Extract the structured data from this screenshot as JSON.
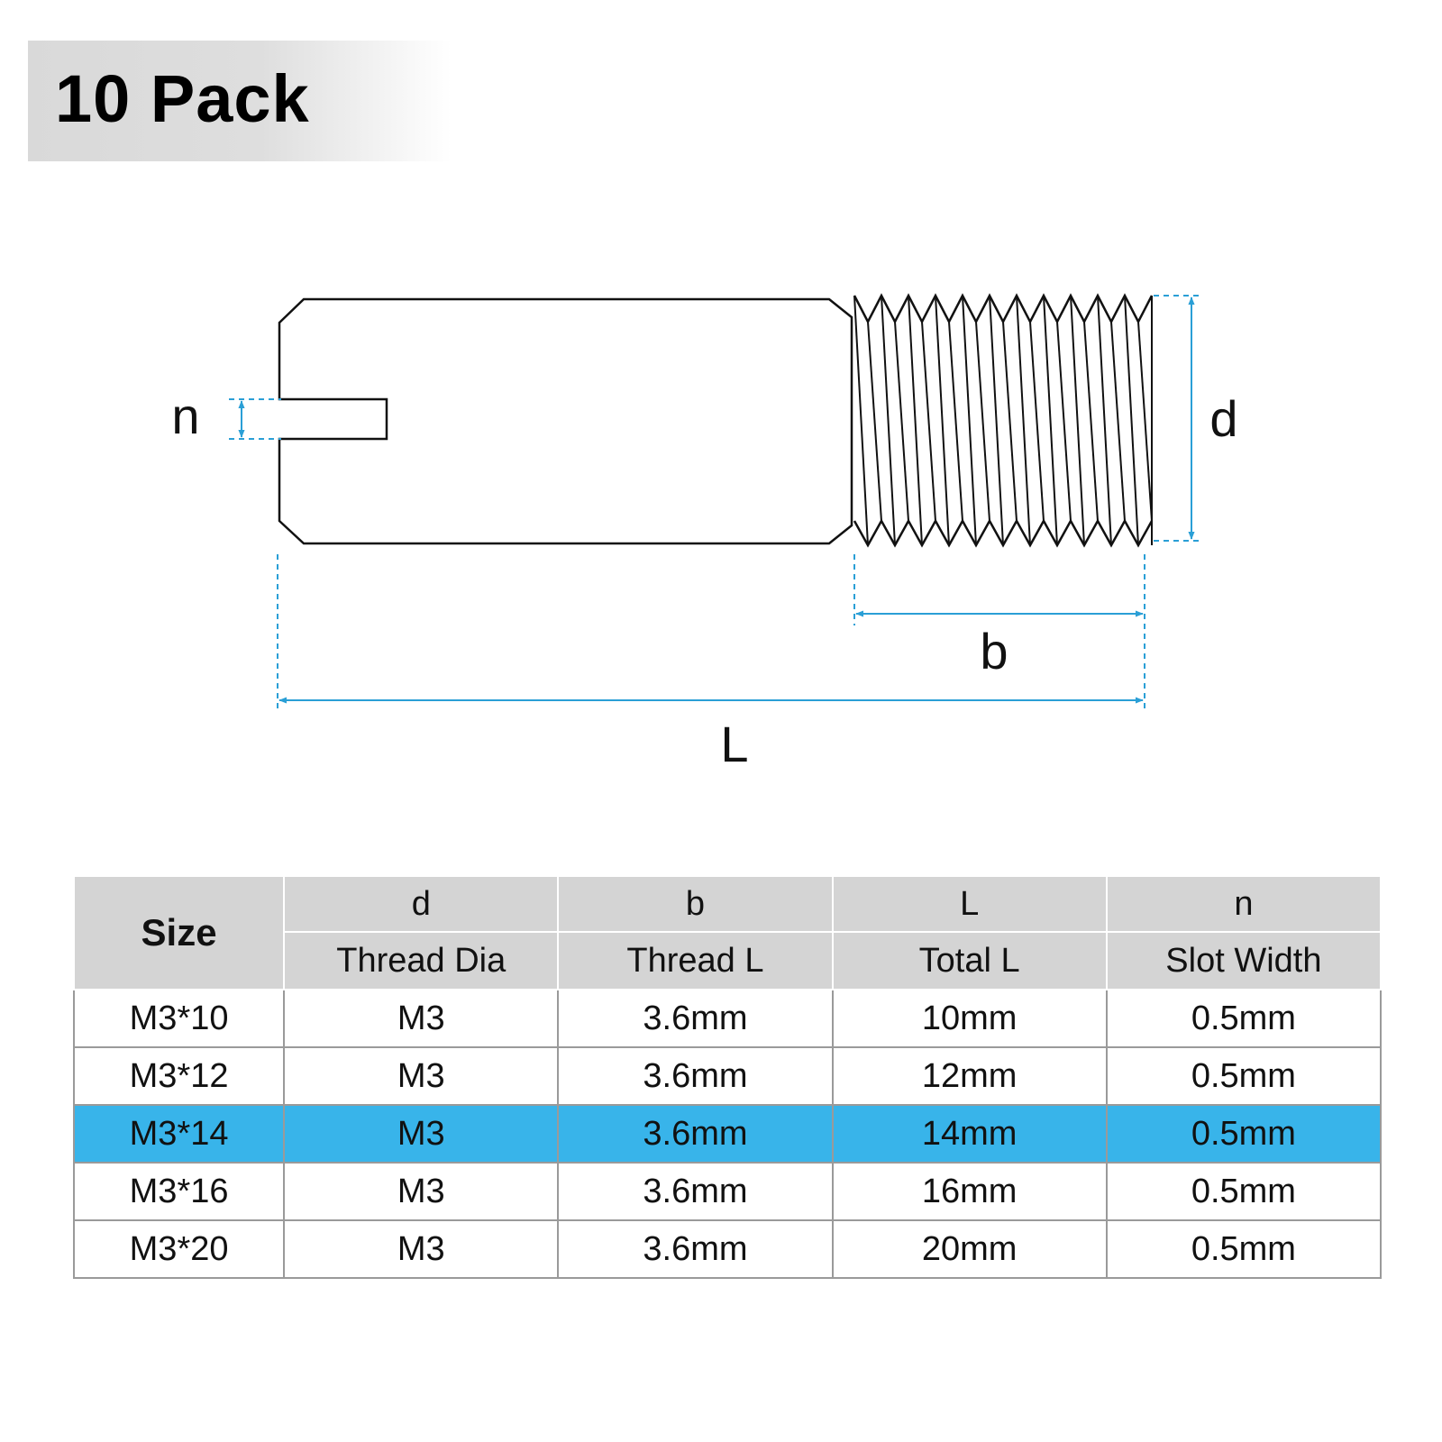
{
  "banner": {
    "title": "10 Pack"
  },
  "diagram": {
    "labels": {
      "n": "n",
      "d": "d",
      "b": "b",
      "L": "L"
    },
    "colors": {
      "outline": "#111111",
      "dimension": "#2a9fd6"
    }
  },
  "table": {
    "size_header": "Size",
    "columns": [
      {
        "symbol": "d",
        "name": "Thread Dia"
      },
      {
        "symbol": "b",
        "name": "Thread L"
      },
      {
        "symbol": "L",
        "name": "Total L"
      },
      {
        "symbol": "n",
        "name": "Slot Width"
      }
    ],
    "rows": [
      {
        "size": "M3*10",
        "thread_dia": "M3",
        "thread_l": "3.6mm",
        "total_l": "10mm",
        "slot_width": "0.5mm"
      },
      {
        "size": "M3*12",
        "thread_dia": "M3",
        "thread_l": "3.6mm",
        "total_l": "12mm",
        "slot_width": "0.5mm"
      },
      {
        "size": "M3*14",
        "thread_dia": "M3",
        "thread_l": "3.6mm",
        "total_l": "14mm",
        "slot_width": "0.5mm"
      },
      {
        "size": "M3*16",
        "thread_dia": "M3",
        "thread_l": "3.6mm",
        "total_l": "16mm",
        "slot_width": "0.5mm"
      },
      {
        "size": "M3*20",
        "thread_dia": "M3",
        "thread_l": "3.6mm",
        "total_l": "20mm",
        "slot_width": "0.5mm"
      }
    ],
    "highlight_row": 2,
    "colors": {
      "header_bg": "#d4d4d4",
      "highlight": "#38b4ea",
      "border": "#9a9a9a"
    }
  }
}
